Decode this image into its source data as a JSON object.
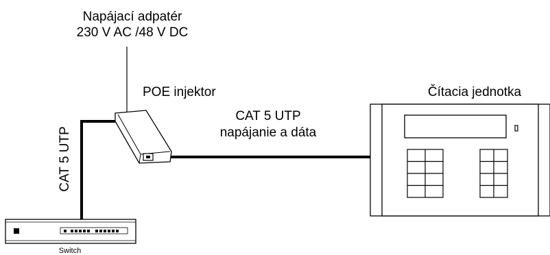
{
  "labels": {
    "adapter_line1": "Napájací  adpatér",
    "adapter_line2": "230 V AC /48 V DC",
    "poe_injector": "POE injektor",
    "cable_right_line1": "CAT 5 UTP",
    "cable_right_line2": "napájanie a dáta",
    "cable_left": "CAT 5 UTP",
    "reader_unit": "Čítacia  jednotka",
    "switch": "Switch"
  }
}
